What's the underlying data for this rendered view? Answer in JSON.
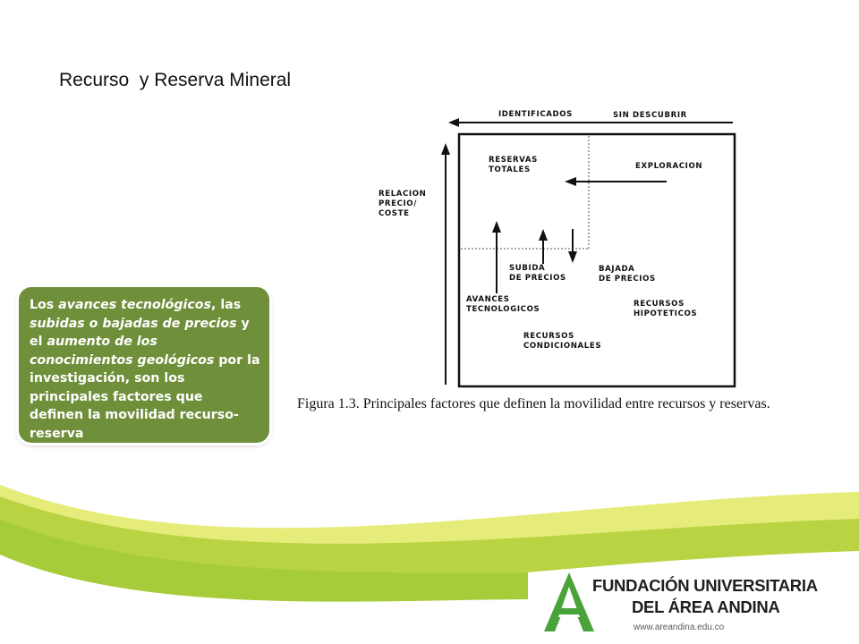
{
  "slide": {
    "title": "Recurso  y Reserva Mineral"
  },
  "callout": {
    "parts": [
      {
        "text": "Los ",
        "italic": false
      },
      {
        "text": "avances tecnológicos",
        "italic": true
      },
      {
        "text": ", las ",
        "italic": false
      },
      {
        "text": "subidas o bajadas de precios",
        "italic": true
      },
      {
        "text": " y el ",
        "italic": false
      },
      {
        "text": "aumento de los conocimientos geológicos",
        "italic": true
      },
      {
        "text": " por la investigación, son los principales factores que definen la movilidad recurso-reserva",
        "italic": false
      }
    ]
  },
  "figure": {
    "identificados": "IDENTIFICADOS",
    "sin_descubrir": "SIN DESCUBRIR",
    "relacion_precio_coste": "RELACION\nPRECIO/\nCOSTE",
    "reservas_totales": "RESERVAS\nTOTALES",
    "exploracion": "EXPLORACION",
    "subida_precios": "SUBIDA\nDE PRECIOS",
    "bajada_precios": "BAJADA\nDE PRECIOS",
    "avances_tecnologicos": "AVANCES\nTECNOLOGICOS",
    "recursos_hipoteticos": "RECURSOS\nHIPOTETICOS",
    "recursos_condicionales": "RECURSOS\nCONDICIONALES",
    "caption": "Figura 1.3. Principales factores que definen la movilidad entre recursos y reservas."
  },
  "footer": {
    "logo_line1": "FUNDACIÓN UNIVERSITARIA",
    "logo_line2": "DEL ÁREA ANDINA",
    "url": "www.areandina.edu.co"
  },
  "colors": {
    "callout_bg": "#6f8f3a",
    "band_light": "#e6ec7a",
    "band_mid": "#b9d443",
    "band_dark": "#3f9e3a",
    "logo_green": "#4aa33a"
  }
}
